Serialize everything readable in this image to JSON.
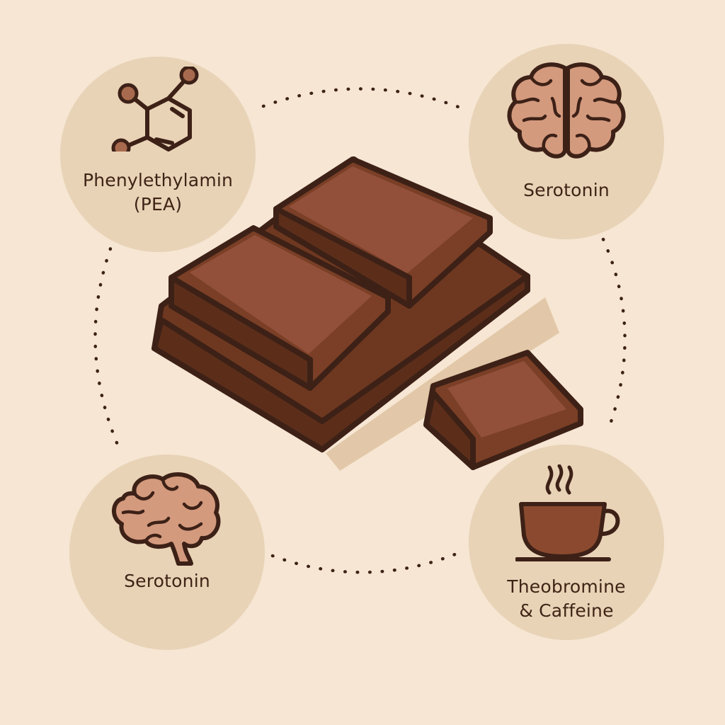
{
  "nodes": [
    {
      "id": "pea",
      "lines": [
        "Phenylethylamin",
        "(PEA)"
      ],
      "icon": "molecule-icon"
    },
    {
      "id": "serotonin-top",
      "lines": [
        "Serotonin"
      ],
      "icon": "brain-icon"
    },
    {
      "id": "serotonin-bottom",
      "lines": [
        "Serotonin"
      ],
      "icon": "brain-icon"
    },
    {
      "id": "theobromine",
      "lines": [
        "Theobromine",
        "& Caffeine"
      ],
      "icon": "coffee-cup-icon"
    }
  ],
  "center": {
    "icon": "chocolate-bar-icon"
  },
  "connector": {
    "style": "dotted-ring"
  },
  "colors": {
    "background": "#f6e6d3",
    "circle": "#e8d3b7",
    "outline": "#3d2117",
    "chocolate": "#7a3f26",
    "chocolate_light": "#92503a",
    "brain": "#d49a7e",
    "cup": "#8b4a2f"
  }
}
